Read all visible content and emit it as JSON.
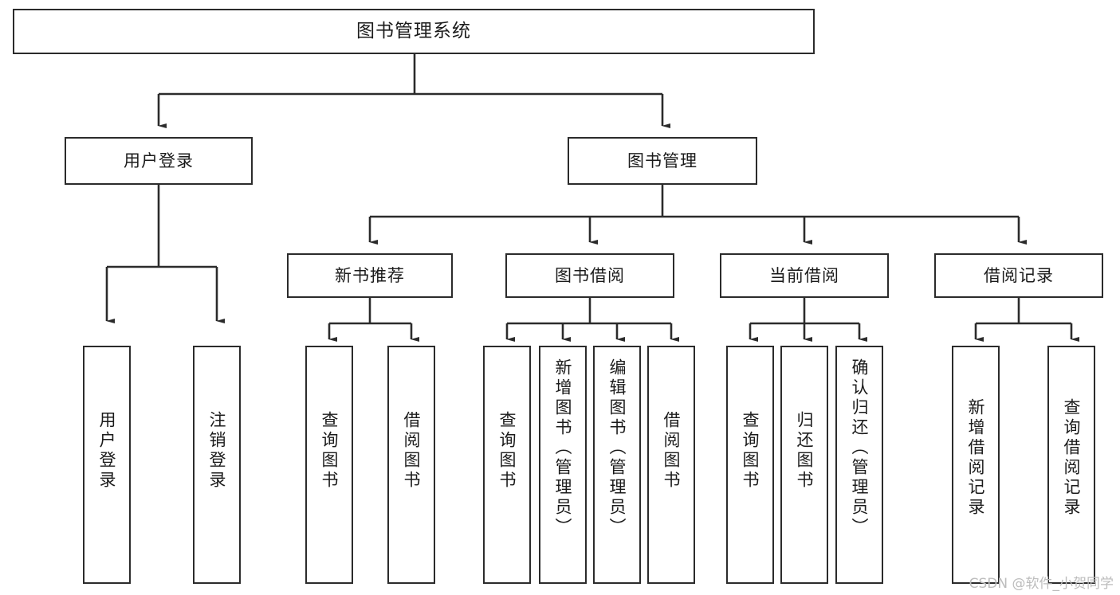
{
  "diagram": {
    "type": "tree-hierarchy-chart",
    "title": "图书管理系统",
    "watermark": "CSDN @软件_小贺同学",
    "colors": {
      "stroke": "#2b2b2b",
      "fill": "#ffffff",
      "text": "#1b1b1b",
      "watermark": "#bcbcbc"
    },
    "root": {
      "label": "图书管理系统"
    },
    "level2": [
      {
        "label": "用户登录"
      },
      {
        "label": "图书管理"
      }
    ],
    "level3": [
      {
        "label": "新书推荐"
      },
      {
        "label": "图书借阅"
      },
      {
        "label": "当前借阅"
      },
      {
        "label": "借阅记录"
      }
    ],
    "leaves": {
      "user_login": [
        {
          "label": "用户登录"
        },
        {
          "label": "注销登录"
        }
      ],
      "new_book": [
        {
          "label": "查询图书"
        },
        {
          "label": "借阅图书"
        }
      ],
      "book_borrow": [
        {
          "label": "查询图书"
        },
        {
          "label": "新增图书（管理员）"
        },
        {
          "label": "编辑图书（管理员）"
        },
        {
          "label": "借阅图书"
        }
      ],
      "current_borrow": [
        {
          "label": "查询图书"
        },
        {
          "label": "归还图书"
        },
        {
          "label": "确认归还（管理员）"
        }
      ],
      "borrow_record": [
        {
          "label": "新增借阅记录"
        },
        {
          "label": "查询借阅记录"
        }
      ]
    }
  }
}
